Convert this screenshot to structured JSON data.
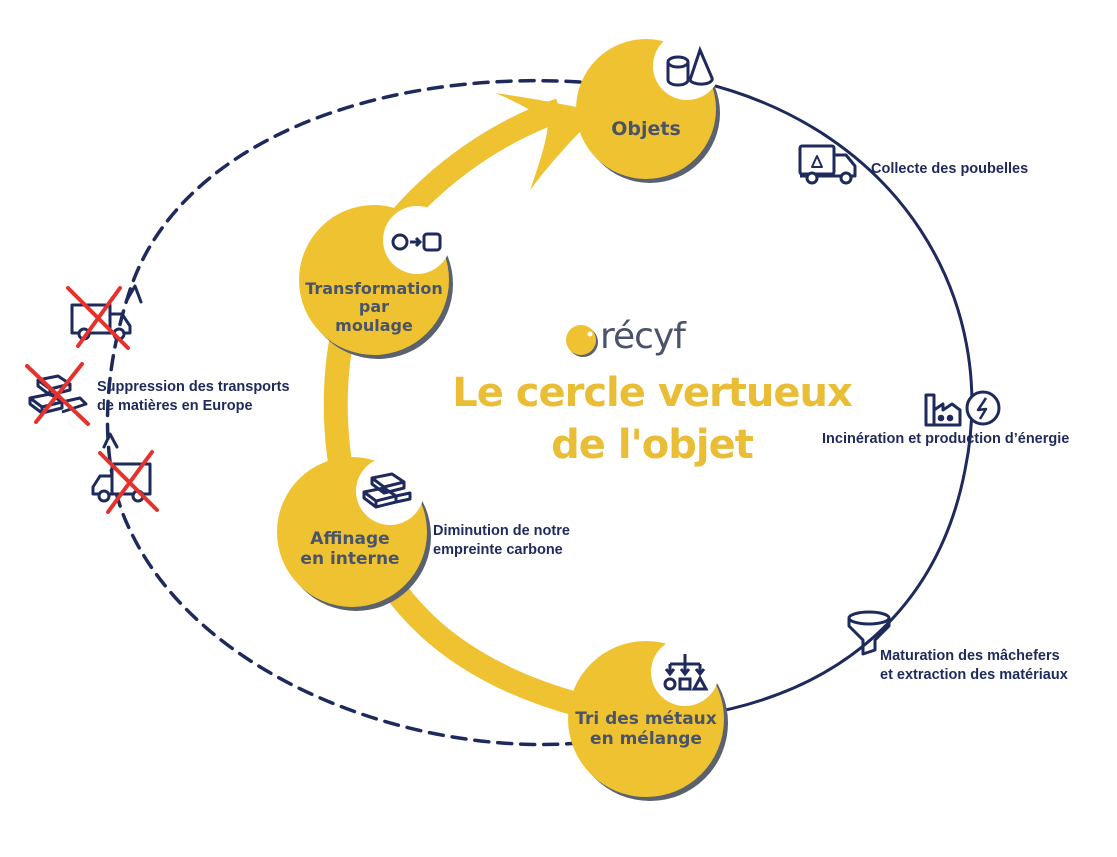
{
  "brand": {
    "name": "récyf"
  },
  "title": {
    "line1": "Le cercle vertueux",
    "line2": "de l'objet"
  },
  "colors": {
    "yellow": "#efc232",
    "navy": "#1f2a5c",
    "grey_text": "#4a5468",
    "shadow": "#5a6270",
    "cross_red": "#e5322d",
    "white": "#ffffff"
  },
  "nodes": [
    {
      "id": "objets",
      "label": "Objets",
      "icon": "cylinder-cone-icon"
    },
    {
      "id": "transformation",
      "label_lines": [
        "Transformation",
        "par",
        "moulage"
      ],
      "icon": "circle-to-square-icon"
    },
    {
      "id": "affinage",
      "label_lines": [
        "Affinage",
        "en interne"
      ],
      "icon": "ingots-icon"
    },
    {
      "id": "tri",
      "label_lines": [
        "Tri des métaux",
        "en mélange"
      ],
      "icon": "sorting-icon"
    }
  ],
  "steps": [
    {
      "id": "collecte",
      "label": "Collecte des poubelles",
      "icon": "recycling-truck-icon"
    },
    {
      "id": "incineration",
      "label": "Incinération et production d’énergie",
      "icon": "factory-energy-icon"
    },
    {
      "id": "maturation",
      "label_lines": [
        "Maturation des mâchefers",
        "et extraction des matériaux"
      ],
      "icon": "funnel-icon"
    }
  ],
  "notes": {
    "carbon": {
      "lines": [
        "Diminution de notre",
        "empreinte carbone"
      ]
    },
    "transport": {
      "lines": [
        "Suppression des transports",
        "de matières en Europe"
      ],
      "icons": [
        "crossed-truck-icon",
        "crossed-ingots-icon",
        "crossed-truck-icon"
      ]
    }
  }
}
